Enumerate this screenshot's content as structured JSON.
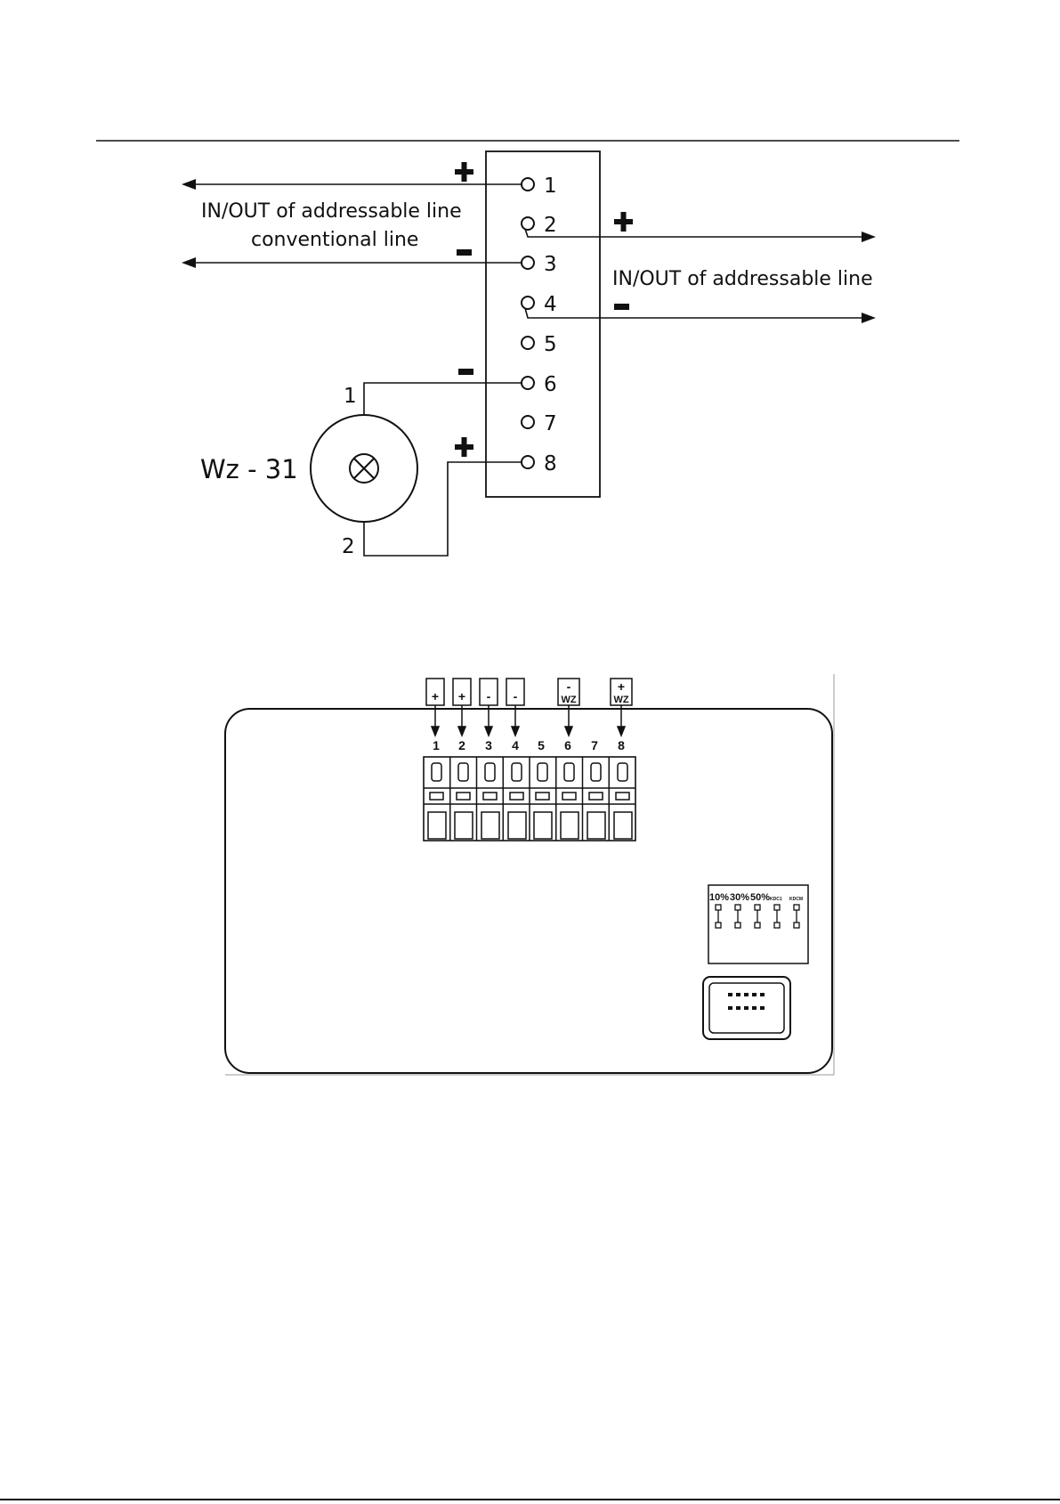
{
  "wiring": {
    "terminals": [
      "1",
      "2",
      "3",
      "4",
      "5",
      "6",
      "7",
      "8"
    ],
    "label_left_1": "IN/OUT of addressable line",
    "label_left_2": "conventional line",
    "label_right": "IN/OUT of addressable line",
    "device_name": "Wz - 31",
    "device_pins": [
      "1",
      "2"
    ],
    "plus_sign": "+",
    "minus_sign": "-"
  },
  "board": {
    "terminal_numbers": [
      "1",
      "2",
      "3",
      "4",
      "5",
      "6",
      "7",
      "8"
    ],
    "top_labels": [
      "+",
      "+",
      "-",
      "-"
    ],
    "wz_minus": "-",
    "wz_plus": "+",
    "wz_text": "WZ",
    "switch_labels": [
      "10%",
      "30%",
      "50%",
      "KDC1",
      "KDCM"
    ]
  }
}
